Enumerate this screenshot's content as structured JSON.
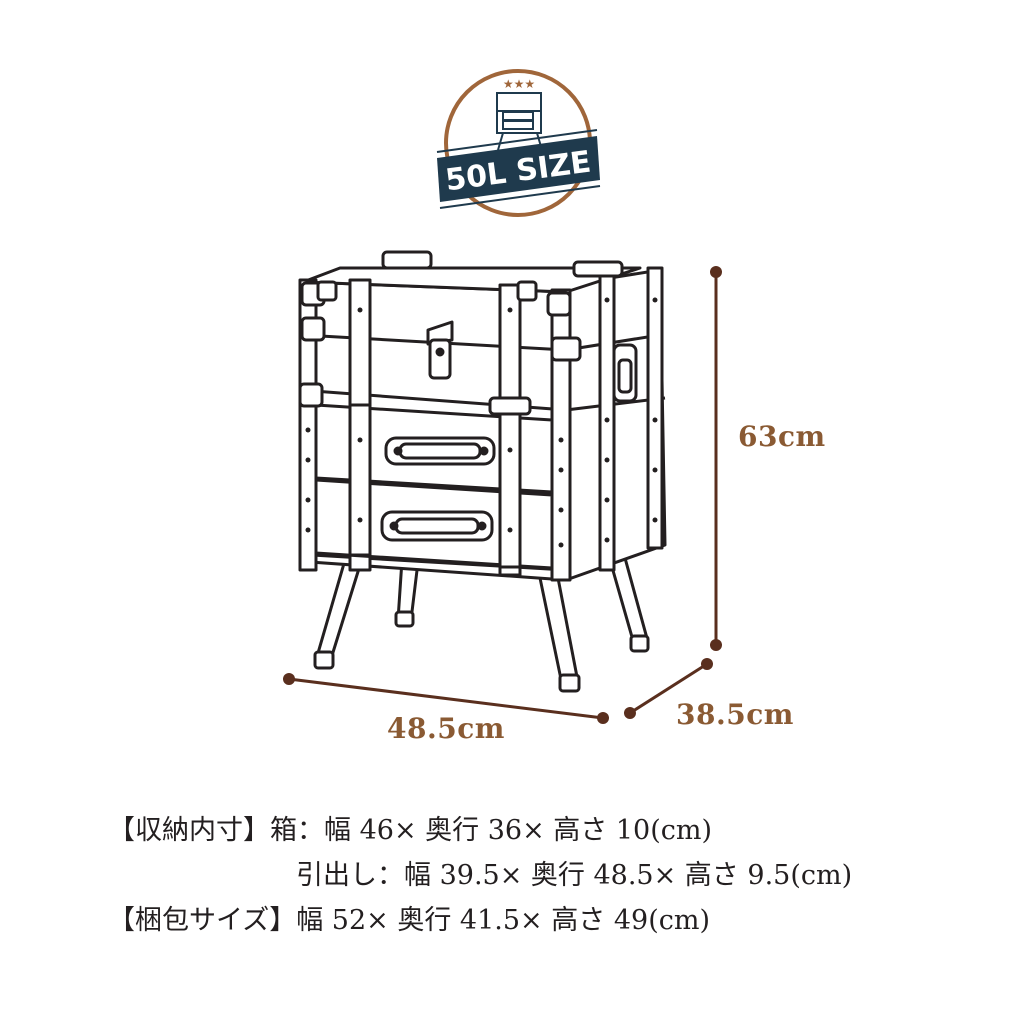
{
  "badge": {
    "text": "50L SIZE",
    "ribbon_color": "#1f3a4d",
    "ring_color": "#a0663a",
    "stars": "★★★"
  },
  "dimensions": {
    "height": "63cm",
    "width": "48.5cm",
    "depth": "38.5cm",
    "line_color": "#5a2f1e",
    "label_color": "#8a5a33"
  },
  "specs": [
    {
      "bracket": "【収納内寸】",
      "label": "箱：",
      "value": "幅 46× 奥行 36× 高さ 10(cm)"
    },
    {
      "bracket": "",
      "label": "引出し：",
      "value": "幅 39.5× 奥行 48.5× 高さ 9.5(cm)"
    },
    {
      "bracket": "【梱包サイズ】",
      "label": "",
      "value": "幅 52× 奥行 41.5× 高さ 49(cm)"
    }
  ]
}
